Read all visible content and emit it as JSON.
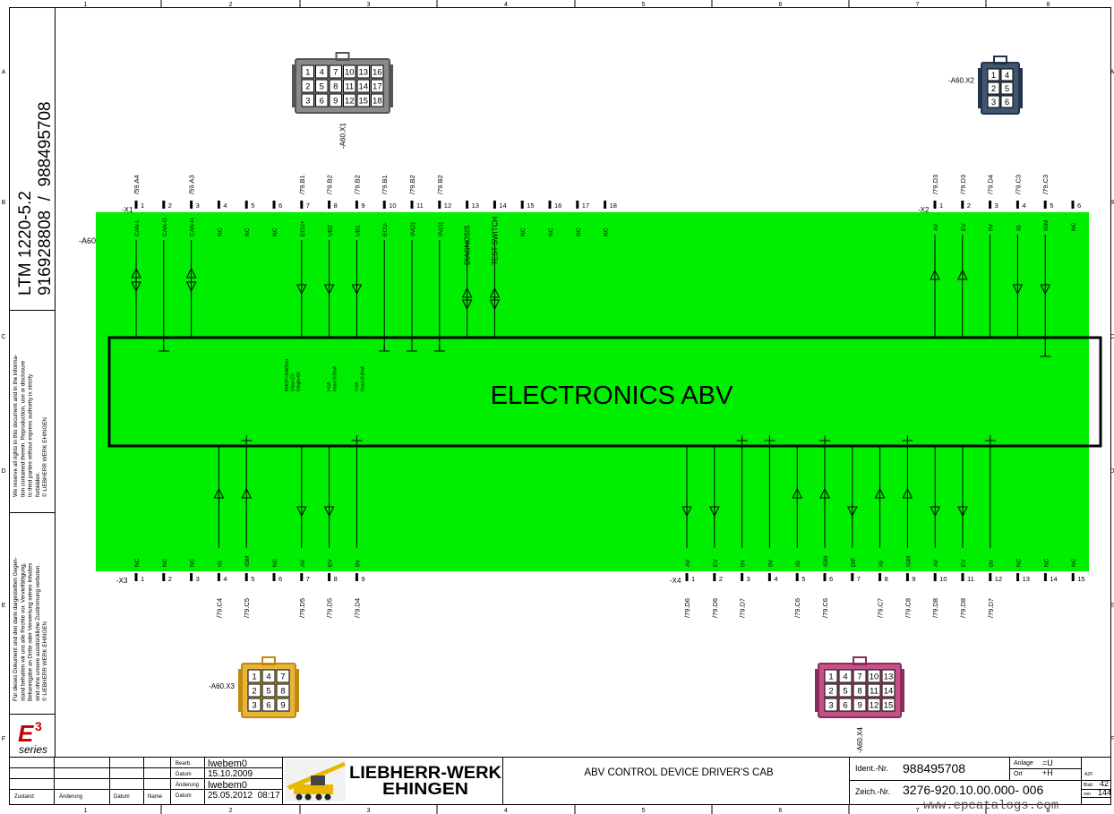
{
  "frame": {
    "columns": [
      "1",
      "2",
      "3",
      "4",
      "5",
      "6",
      "7",
      "8"
    ],
    "rows": [
      "A",
      "B",
      "C",
      "D",
      "E",
      "F"
    ]
  },
  "side": {
    "model": "LTM 1220-5.2",
    "numbers": "916928808  /  988495708",
    "legal_en": [
      "We reserve all rights in this document and in the informa-",
      "tion contained therein. Reproduction, use or disclosure",
      "to third parties without express authority is strictly",
      "forbidden.",
      "© LIEBHERR WERK EHINGEN"
    ],
    "legal_de": [
      "Für dieses Dokument und den darin dargestellten Gegen-",
      "stand behalten wir uns alle Rechte vor. Vervielfältigung,",
      "Bekanntgabe an Dritte oder Verwertung seines Inhaltes",
      "sind ohne unsere ausdrückliche Zustimmung verboten.",
      "© LIEBHERR WERK EHINGEN"
    ],
    "e3_logo": "E",
    "e3_sup": "3",
    "e3_series": "series"
  },
  "device": {
    "tag": "-A60",
    "title": "ELECTRONICS ABV",
    "notes": [
      [
        "RHOT=10kOhm",
        "Ulow<2V",
        "Uhigh>6V"
      ],
      [
        "I=0A",
        "Imax=0.8mA"
      ],
      [
        "I=0A",
        "Imax=0.8mA"
      ]
    ]
  },
  "connectors": {
    "x1": {
      "tag": "-X1",
      "label": "-A60.X1",
      "cells": [
        "1",
        "4",
        "7",
        "10",
        "13",
        "16",
        "2",
        "5",
        "8",
        "11",
        "14",
        "17",
        "3",
        "6",
        "9",
        "12",
        "15",
        "18"
      ]
    },
    "x2": {
      "tag": "-X2",
      "label": "-A60.X2",
      "cells": [
        "1",
        "4",
        "2",
        "5",
        "3",
        "6"
      ]
    },
    "x3": {
      "tag": "-X3",
      "label": "-A60.X3",
      "cells": [
        "1",
        "4",
        "7",
        "2",
        "5",
        "8",
        "3",
        "6",
        "9"
      ]
    },
    "x4": {
      "tag": "-X4",
      "label": "-A60.X4",
      "cells": [
        "1",
        "4",
        "7",
        "10",
        "13",
        "2",
        "5",
        "8",
        "11",
        "14",
        "3",
        "6",
        "9",
        "12",
        "15"
      ]
    }
  },
  "top_pins": [
    {
      "n": "1",
      "sig": "CAN-L",
      "ref": "/59.A4"
    },
    {
      "n": "2",
      "sig": "CAN-G",
      "ref": ""
    },
    {
      "n": "3",
      "sig": "CAN-H",
      "ref": "/59.A3"
    },
    {
      "n": "4",
      "sig": "NC",
      "ref": ""
    },
    {
      "n": "5",
      "sig": "NC",
      "ref": ""
    },
    {
      "n": "6",
      "sig": "NC",
      "ref": ""
    },
    {
      "n": "7",
      "sig": "ECU+",
      "ref": "/79.B1"
    },
    {
      "n": "8",
      "sig": "UB2",
      "ref": "/79.B2"
    },
    {
      "n": "9",
      "sig": "UB1",
      "ref": "/79.B2"
    },
    {
      "n": "10",
      "sig": "ECU-",
      "ref": "/79.B1"
    },
    {
      "n": "11",
      "sig": "0V(2)",
      "ref": "/79.B2"
    },
    {
      "n": "12",
      "sig": "0V(1)",
      "ref": "/79.B2"
    },
    {
      "n": "13",
      "sig": "DIAGNOSIS",
      "ref": ""
    },
    {
      "n": "14",
      "sig": "TEST SWITCH",
      "ref": ""
    },
    {
      "n": "15",
      "sig": "NC",
      "ref": ""
    },
    {
      "n": "16",
      "sig": "NC",
      "ref": ""
    },
    {
      "n": "17",
      "sig": "NC",
      "ref": ""
    },
    {
      "n": "18",
      "sig": "NC",
      "ref": ""
    }
  ],
  "x2_pins": [
    {
      "n": "1",
      "sig": "AV",
      "ref": "/79.D3"
    },
    {
      "n": "2",
      "sig": "EV",
      "ref": "/79.D3"
    },
    {
      "n": "3",
      "sig": "0V",
      "ref": "/79.D4"
    },
    {
      "n": "4",
      "sig": "IG",
      "ref": "/79.C3"
    },
    {
      "n": "5",
      "sig": "IGM",
      "ref": "/79.C3"
    },
    {
      "n": "6",
      "sig": "NC",
      "ref": ""
    }
  ],
  "x3_pins": [
    {
      "n": "1",
      "sig": "NC",
      "ref": ""
    },
    {
      "n": "2",
      "sig": "NC",
      "ref": ""
    },
    {
      "n": "3",
      "sig": "NC",
      "ref": ""
    },
    {
      "n": "4",
      "sig": "IG",
      "ref": "/79.C4"
    },
    {
      "n": "5",
      "sig": "IGM",
      "ref": "/79.C5"
    },
    {
      "n": "6",
      "sig": "NC",
      "ref": ""
    },
    {
      "n": "7",
      "sig": "AV",
      "ref": "/79.D5"
    },
    {
      "n": "8",
      "sig": "EV",
      "ref": "/79.D5"
    },
    {
      "n": "9",
      "sig": "0V",
      "ref": "/79.D4"
    }
  ],
  "x4_pins": [
    {
      "n": "1",
      "sig": "AV",
      "ref": "/79.D6"
    },
    {
      "n": "2",
      "sig": "EV",
      "ref": "/79.D6"
    },
    {
      "n": "3",
      "sig": "0V",
      "ref": "/79.D7"
    },
    {
      "n": "4",
      "sig": "0V",
      "ref": ""
    },
    {
      "n": "5",
      "sig": "IG",
      "ref": "/79.C6"
    },
    {
      "n": "6",
      "sig": "IGM",
      "ref": "/79.C6"
    },
    {
      "n": "7",
      "sig": "DIF",
      "ref": ""
    },
    {
      "n": "8",
      "sig": "IG",
      "ref": "/79.C7"
    },
    {
      "n": "9",
      "sig": "IGM",
      "ref": "/79.C8"
    },
    {
      "n": "10",
      "sig": "AV",
      "ref": "/79.D8"
    },
    {
      "n": "11",
      "sig": "EV",
      "ref": "/79.D8"
    },
    {
      "n": "12",
      "sig": "0V",
      "ref": "/79.D7"
    },
    {
      "n": "13",
      "sig": "NC",
      "ref": ""
    },
    {
      "n": "14",
      "sig": "NC",
      "ref": ""
    },
    {
      "n": "15",
      "sig": "NC",
      "ref": ""
    }
  ],
  "title_block": {
    "bearb_label": "Bearb.",
    "bearb_value": "lwebem0",
    "datum_label": "Datum",
    "datum_value": "15.10.2009",
    "aenderung_label": "Änderung",
    "aenderung_value": "lwebem0",
    "datum2_label": "Datum",
    "datum2_value": "25.05.2012  08:17",
    "zustand": "Zustand",
    "aenderung_col": "Änderung",
    "datum_col": "Datum",
    "name_col": "Name",
    "company_line1": "LIEBHERR-WERK",
    "company_line2": "EHINGEN",
    "drawing_title": "ABV CONTROL DEVICE DRIVER'S CAB",
    "ident_label": "Ident.-Nr.",
    "ident_value": "988495708",
    "zeich_label": "Zeich.-Nr.",
    "zeich_value": "3276-920.10.00.000- 006",
    "anlage_label": "Anlage",
    "anlage_value": "=U",
    "ort_label": "Ort",
    "ort_value": "+H",
    "azf_label": "AZF",
    "blatt_label": "Blatt",
    "blatt_value": "42",
    "von_label": "von",
    "von_value": "144"
  },
  "watermark": "www.epcatalogs.com"
}
